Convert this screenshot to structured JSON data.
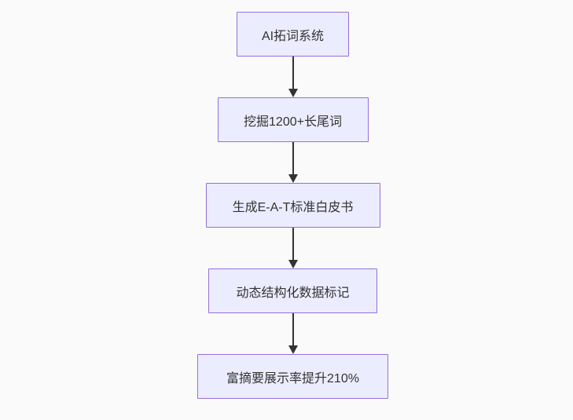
{
  "theme": {
    "bg": "#fafafa",
    "node_fill": "#ECECFF",
    "node_border": "#9370DB",
    "text_color": "#333333",
    "arrow_color": "#333333"
  },
  "flowchart": {
    "type": "vertical-flowchart",
    "direction": "top-down",
    "nodes": [
      {
        "id": "A",
        "label": "AI拓词系统"
      },
      {
        "id": "B",
        "label": "挖掘1200+长尾词"
      },
      {
        "id": "C",
        "label": "生成E-A-T标准白皮书"
      },
      {
        "id": "D",
        "label": "动态结构化数据标记"
      },
      {
        "id": "E",
        "label": "富摘要展示率提升210%"
      }
    ],
    "edges": [
      {
        "from": "A",
        "to": "B"
      },
      {
        "from": "B",
        "to": "C"
      },
      {
        "from": "C",
        "to": "D"
      },
      {
        "from": "D",
        "to": "E"
      }
    ]
  }
}
